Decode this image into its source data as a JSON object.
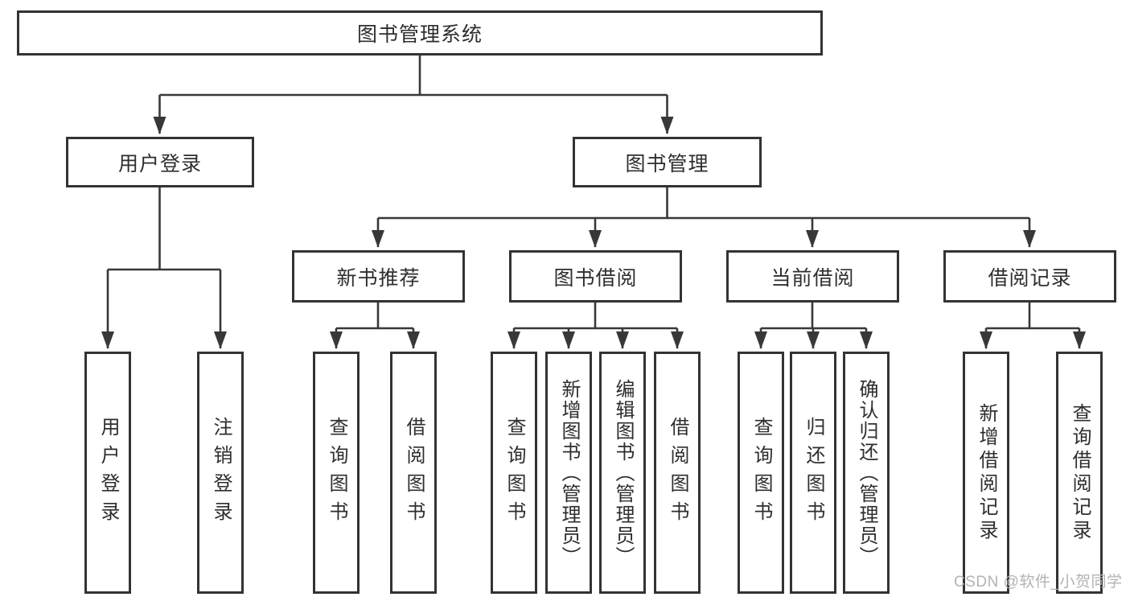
{
  "nodes": {
    "root": "图书管理系统",
    "level2": {
      "user_login": "用户登录",
      "book_management": "图书管理"
    },
    "level3": {
      "new_book_recommend": "新书推荐",
      "book_borrowing": "图书借阅",
      "current_borrowing": "当前借阅",
      "borrowing_records": "借阅记录"
    },
    "leaves": {
      "user_login": [
        "用户登录",
        "注销登录"
      ],
      "new_book_recommend": [
        "查询图书",
        "借阅图书"
      ],
      "book_borrowing": [
        "查询图书",
        "新增图书（管理员）",
        "编辑图书（管理员）",
        "借阅图书"
      ],
      "current_borrowing": [
        "查询图书",
        "归还图书",
        "确认归还（管理员）"
      ],
      "borrowing_records": [
        "新增借阅记录",
        "查询借阅记录"
      ]
    }
  },
  "watermark": "CSDN @软件_小贺同学",
  "colors": {
    "line": "#383838",
    "box_border": "#333333",
    "text": "#2e2e2e",
    "watermark": "#b3b3b3",
    "background": "#ffffff"
  }
}
